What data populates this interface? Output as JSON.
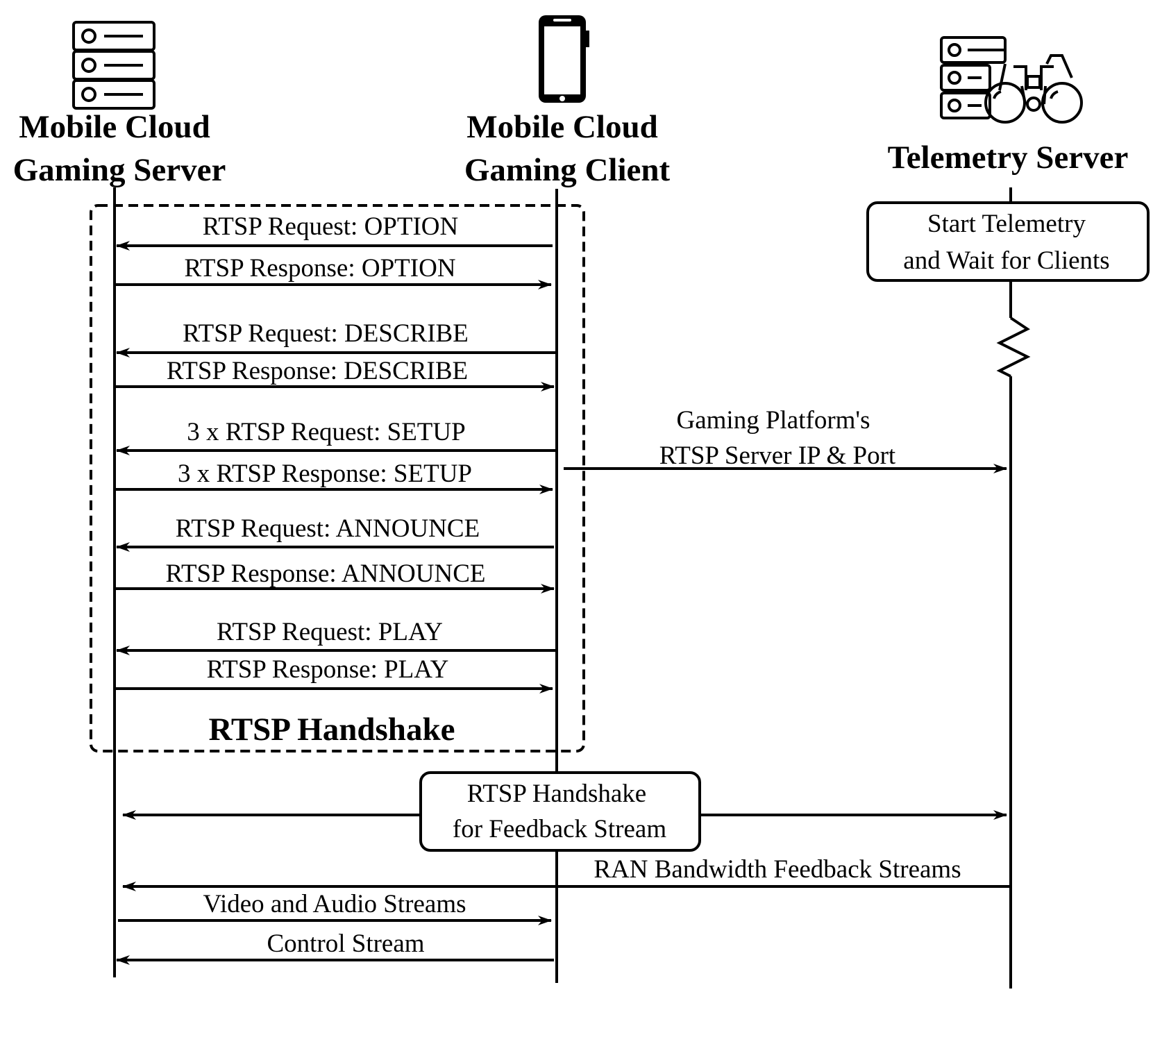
{
  "participants": {
    "server": {
      "line1": "Mobile Cloud",
      "line2": "Gaming Server",
      "icon": "server-rack-icon"
    },
    "client": {
      "line1": "Mobile Cloud",
      "line2": "Gaming Client",
      "icon": "smartphone-icon"
    },
    "telemetry": {
      "line1": "Telemetry Server",
      "icon": "server-binoculars-icon"
    }
  },
  "handshake": {
    "title": "RTSP Handshake",
    "messages": [
      {
        "label": "RTSP Request: OPTION",
        "direction": "client-to-server"
      },
      {
        "label": "RTSP Response: OPTION",
        "direction": "server-to-client"
      },
      {
        "label": "RTSP Request: DESCRIBE",
        "direction": "client-to-server"
      },
      {
        "label": "RTSP Response: DESCRIBE",
        "direction": "server-to-client"
      },
      {
        "label": "3 x RTSP Request: SETUP",
        "direction": "client-to-server"
      },
      {
        "label": "3 x RTSP Response: SETUP",
        "direction": "server-to-client"
      },
      {
        "label": "RTSP Request: ANNOUNCE",
        "direction": "client-to-server"
      },
      {
        "label": "RTSP Response: ANNOUNCE",
        "direction": "server-to-client"
      },
      {
        "label": "RTSP Request: PLAY",
        "direction": "client-to-server"
      },
      {
        "label": "RTSP Response: PLAY",
        "direction": "server-to-client"
      }
    ]
  },
  "telemetry_box": {
    "line1": "Start Telemetry",
    "line2": "and Wait for Clients"
  },
  "platform_info": {
    "line1": "Gaming Platform's",
    "line2": "RTSP Server IP & Port",
    "direction": "client-to-telemetry"
  },
  "feedback_box": {
    "line1": "RTSP Handshake",
    "line2": "for Feedback Stream",
    "direction": "bidirectional"
  },
  "streams": [
    {
      "label": "RAN Bandwidth  Feedback Streams",
      "direction": "telemetry-to-server"
    },
    {
      "label": "Video and Audio Streams",
      "direction": "server-to-client"
    },
    {
      "label": "Control Stream",
      "direction": "client-to-server"
    }
  ]
}
